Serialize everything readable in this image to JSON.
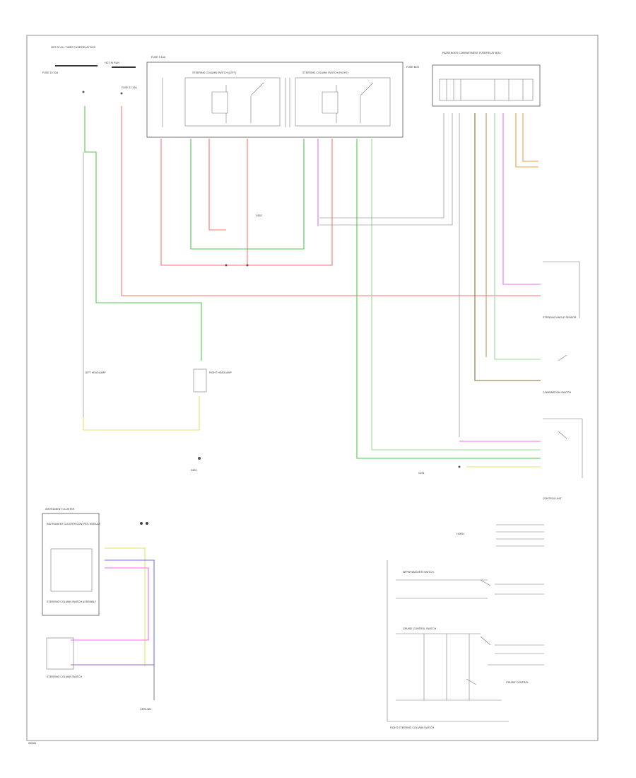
{
  "page": {
    "code": "W0081",
    "colors": {
      "red": "#ff6f6f",
      "green": "#4fc94f",
      "lightgreen": "#8fe08f",
      "pink": "#f06ef0",
      "yellow": "#e8e066",
      "tan": "#b89a5e",
      "brown": "#8b6b3d",
      "orange": "#f0a040",
      "blue": "#7070ff",
      "violet": "#9a6ad0",
      "gray": "#888888",
      "black": "#222222"
    }
  },
  "labels": {
    "fuse_panel": "HOT AT ALL TIMES FUSE/RELAY BOX",
    "fuse_a": "FUSE 10 10A",
    "fuse_b": "FUSE 11 15A",
    "hot_run": "HOT IN RUN",
    "fuse_c": "FUSE 5 10A",
    "relay_left": "STEERING COLUMN SWITCH (LEFT)",
    "relay_right": "STEERING COLUMN SWITCH (RIGHT)",
    "pcm_module": "PASSENGER COMPARTMENT FUSE/RELAY BOX",
    "ground_left": "G501",
    "ground_right": "G502",
    "lamp_left": "LEFT HEADLAMP",
    "lamp_right": "RIGHT HEADLAMP",
    "switch_front": "STEERING ANGLE SENSOR",
    "switch_rear": "COMBINATION SWITCH",
    "module_box": "INSTRUMENT CLUSTER",
    "module_inner": "INSTRUMENT CLUSTER CONTROL MODULE",
    "module_sub": "STEERING COLUMN SWITCH ASSEMBLY",
    "bottom_switch": "STEERING COLUMN SWITCH",
    "bottom_ground": "GROUND",
    "lower_right_title": "RIGHT STEERING COLUMN SWITCH",
    "wiper_switch": "WIPER/WASHER SWITCH",
    "cruise_switch": "CRUISE CONTROL SWITCH",
    "horn": "HORN"
  }
}
